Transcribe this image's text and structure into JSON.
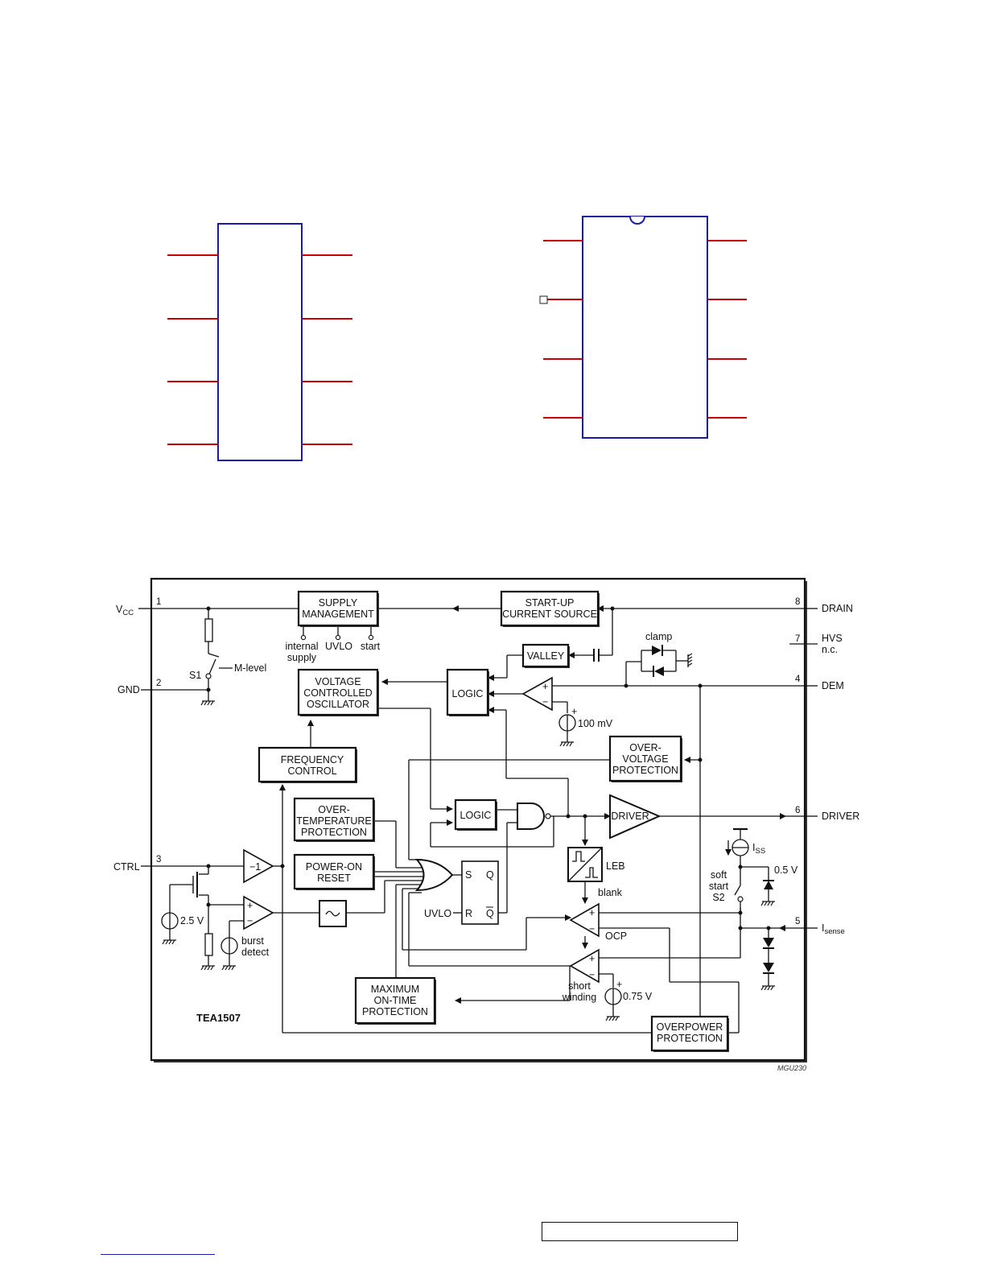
{
  "diagram": {
    "chip_name": "TEA1507",
    "figure_code": "MGU230",
    "external_pins": [
      {
        "num": "1",
        "name_main": "V",
        "name_sub": "CC"
      },
      {
        "num": "2",
        "name": "GND"
      },
      {
        "num": "3",
        "name": "CTRL"
      },
      {
        "num": "8",
        "name": "DRAIN"
      },
      {
        "num": "7",
        "name": "HVS",
        "name2": "n.c."
      },
      {
        "num": "4",
        "name": "DEM"
      },
      {
        "num": "6",
        "name": "DRIVER"
      },
      {
        "num": "5",
        "name_main": "I",
        "name_sub": "sense"
      }
    ],
    "blocks": {
      "supply_management": [
        "SUPPLY",
        "MANAGEMENT"
      ],
      "startup_current_source": [
        "START-UP",
        "CURRENT SOURCE"
      ],
      "valley": "VALLEY",
      "logic_top": "LOGIC",
      "vco": [
        "VOLTAGE",
        "CONTROLLED",
        "OSCILLATOR"
      ],
      "frequency_control": [
        "FREQUENCY",
        "CONTROL"
      ],
      "overvoltage": [
        "OVER-",
        "VOLTAGE",
        "PROTECTION"
      ],
      "overtemperature": [
        "OVER-",
        "TEMPERATURE",
        "PROTECTION"
      ],
      "logic_mid": "LOGIC",
      "driver": "DRIVER",
      "power_on_reset": [
        "POWER-ON",
        "RESET"
      ],
      "max_on_time": [
        "MAXIMUM",
        "ON-TIME",
        "PROTECTION"
      ],
      "overpower": [
        "OVERPOWER",
        "PROTECTION"
      ],
      "leb": "LEB",
      "inverter": "−1"
    },
    "labels": {
      "internal_supply": [
        "internal",
        "supply"
      ],
      "uvlo": "UVLO",
      "start": "start",
      "s1": "S1",
      "m_level": "M-level",
      "clamp": "clamp",
      "v100": "100 mV",
      "v25": "2.5 V",
      "burst": [
        "burst",
        "detect"
      ],
      "ff_s": "S",
      "ff_q": "Q",
      "ff_r": "R",
      "ff_qbar": "Q",
      "uvlo_ff": "UVLO",
      "blank": "blank",
      "ocp": "OCP",
      "short_winding": [
        "short",
        "winding"
      ],
      "v075": "0.75 V",
      "iss_main": "I",
      "iss_sub": "SS",
      "v05": "0.5 V",
      "soft_start": [
        "soft",
        "start",
        "S2"
      ],
      "plus": "+",
      "minus": "−"
    }
  }
}
